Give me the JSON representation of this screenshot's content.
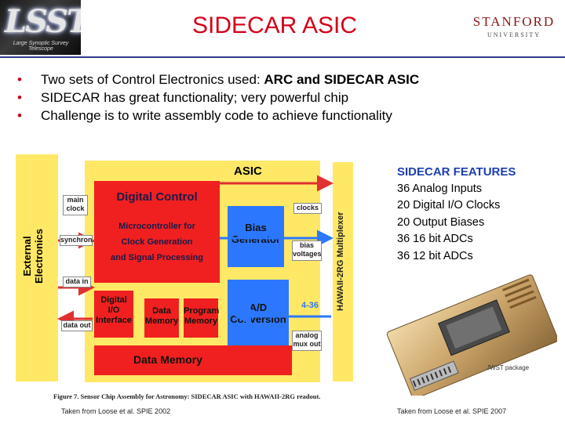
{
  "header": {
    "logo_big": "LSST",
    "logo_small": "Large Synoptic Survey Telescope",
    "title": "SIDECAR ASIC",
    "stanford_name": "STANFORD",
    "stanford_univ": "UNIVERSITY"
  },
  "bullets": [
    {
      "prefix": "Two sets of Control Electronics used: ",
      "bold": "ARC and SIDECAR ASIC",
      "suffix": ""
    },
    {
      "prefix": "SIDECAR has great functionality; very powerful chip",
      "bold": "",
      "suffix": ""
    },
    {
      "prefix": "Challenge is to write assembly code to achieve functionality",
      "bold": "",
      "suffix": ""
    }
  ],
  "bullet_char": "•",
  "diagram": {
    "external_label_1": "External",
    "external_label_2": "Electronics",
    "asic_title": "ASIC",
    "digital_control": "Digital Control",
    "dc_sub_1": "Microcontroller for",
    "dc_sub_2": "Clock Generation",
    "dc_sub_3": "and Signal Processing",
    "bias_1": "Bias",
    "bias_2": "Generator",
    "ad_1": "A/D",
    "ad_2": "Conversion",
    "dio_1": "Digital",
    "dio_2": "I/O",
    "dio_3": "Interface",
    "dm1_1": "Data",
    "dm1_2": "Memory",
    "dm2_1": "Program",
    "dm2_2": "Memory",
    "data_memory": "Data Memory",
    "main_clock_1": "main",
    "main_clock_2": "clock",
    "synchron": "synchron.",
    "data_in": "data in",
    "data_out": "data out",
    "clocks": "clocks",
    "bias_volt_1": "bias",
    "bias_volt_2": "voltages",
    "channels": "4-36",
    "analog_1": "analog",
    "analog_2": "mux out",
    "hawaii": "HAWAII-2RG Multiplexer",
    "caption": "Figure 7. Sensor Chip Assembly for Astronomy: SIDECAR ASIC with HAWAII-2RG readout."
  },
  "credits": {
    "left": "Taken from Loose et al. SPIE 2002",
    "right": "Taken from Loose et al. SPIE 2007"
  },
  "features": {
    "header": "SIDECAR FEATURES",
    "items": [
      "36 Analog Inputs",
      "20 Digital I/O Clocks",
      "20 Output Biases",
      "36 16 bit ADCs",
      "36 12 bit ADCs"
    ]
  },
  "photo_label": "JWST package",
  "colors": {
    "title_red": "#d4001a",
    "block_yellow": "#ffe866",
    "block_red": "#f02020",
    "block_blue": "#2b78ff",
    "features_blue": "#1c3fae"
  }
}
